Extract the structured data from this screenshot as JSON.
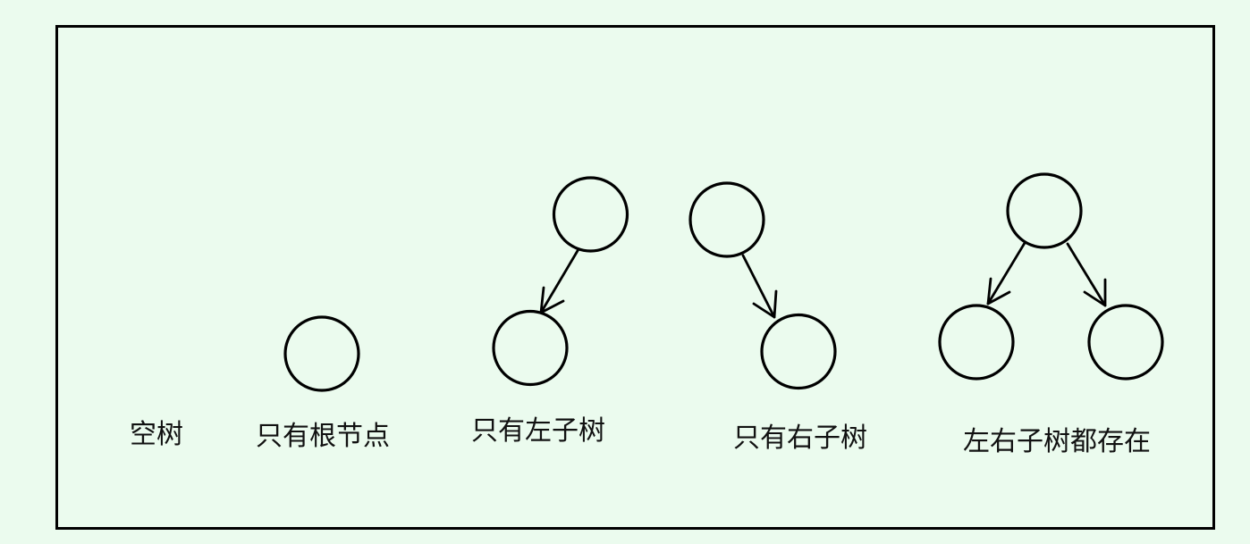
{
  "colors": {
    "background": "#ebfbee",
    "stroke": "#000000",
    "text": "#111111"
  },
  "labels": {
    "empty": "空树",
    "root_only": "只有根节点",
    "left_only": "只有左子树",
    "right_only": "只有右子树",
    "both": "左右子树都存在"
  }
}
